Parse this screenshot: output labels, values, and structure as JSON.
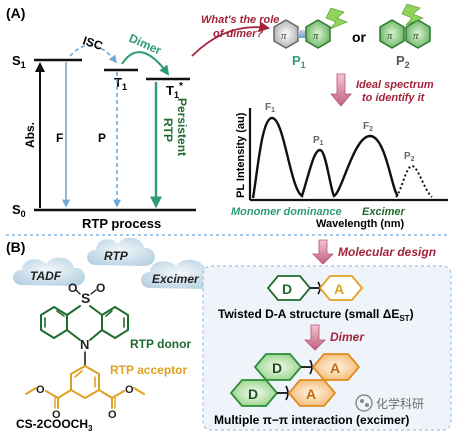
{
  "panelA": {
    "label": "(A)",
    "s1": "S",
    "s1_sub": "1",
    "s0": "S",
    "s0_sub": "0",
    "t1": "T",
    "t1_sub": "1",
    "t1star": "T",
    "t1star_sub": "1",
    "t1star_sup": "*",
    "isc": "ISC",
    "dimer": "Dimer",
    "abs": "Abs.",
    "f": "F",
    "p": "P",
    "persistent": "Persistent",
    "rtp": "RTP",
    "process_title": "RTP process",
    "question_line1": "What's the role",
    "question_line2": "of dimer?",
    "pi": "π",
    "or": "or",
    "p1": "P",
    "p1_sub": "1",
    "p2": "P",
    "p2_sub": "2",
    "ideal_line1": "Ideal spectrum",
    "ideal_line2": "to identify it",
    "ylabel": "PL Intensity (au)",
    "xlabel": "Wavelength (nm)",
    "peaks": [
      {
        "label": "F",
        "sub": "1"
      },
      {
        "label": "P",
        "sub": "1"
      },
      {
        "label": "F",
        "sub": "2"
      },
      {
        "label": "P",
        "sub": "2"
      }
    ],
    "monomer": "Monomer dominance",
    "excimer": "Excimer"
  },
  "panelB": {
    "label": "(B)",
    "tadf": "TADF",
    "rtp": "RTP",
    "excimer": "Excimer",
    "s": "S",
    "o": "O",
    "n": "N",
    "donor": "RTP donor",
    "acceptor": "RTP acceptor",
    "compound": "CS-2COOCH",
    "compound_sub": "3",
    "molecular_design": "Molecular design",
    "d": "D",
    "a": "A",
    "twisted": "Twisted D-A structure (small ΔE",
    "twisted_sub": "ST",
    "twisted_end": ")",
    "dimer": "Dimer",
    "multiple": "Multiple π−π interaction (excimer)"
  },
  "watermark": "化学科研",
  "colors": {
    "teal": "#2e9b78",
    "dark_green": "#1f6b2e",
    "orange": "#e0a020",
    "maroon": "#a3243a",
    "pink": "#d76b8c",
    "blue": "#6fa9d6"
  }
}
